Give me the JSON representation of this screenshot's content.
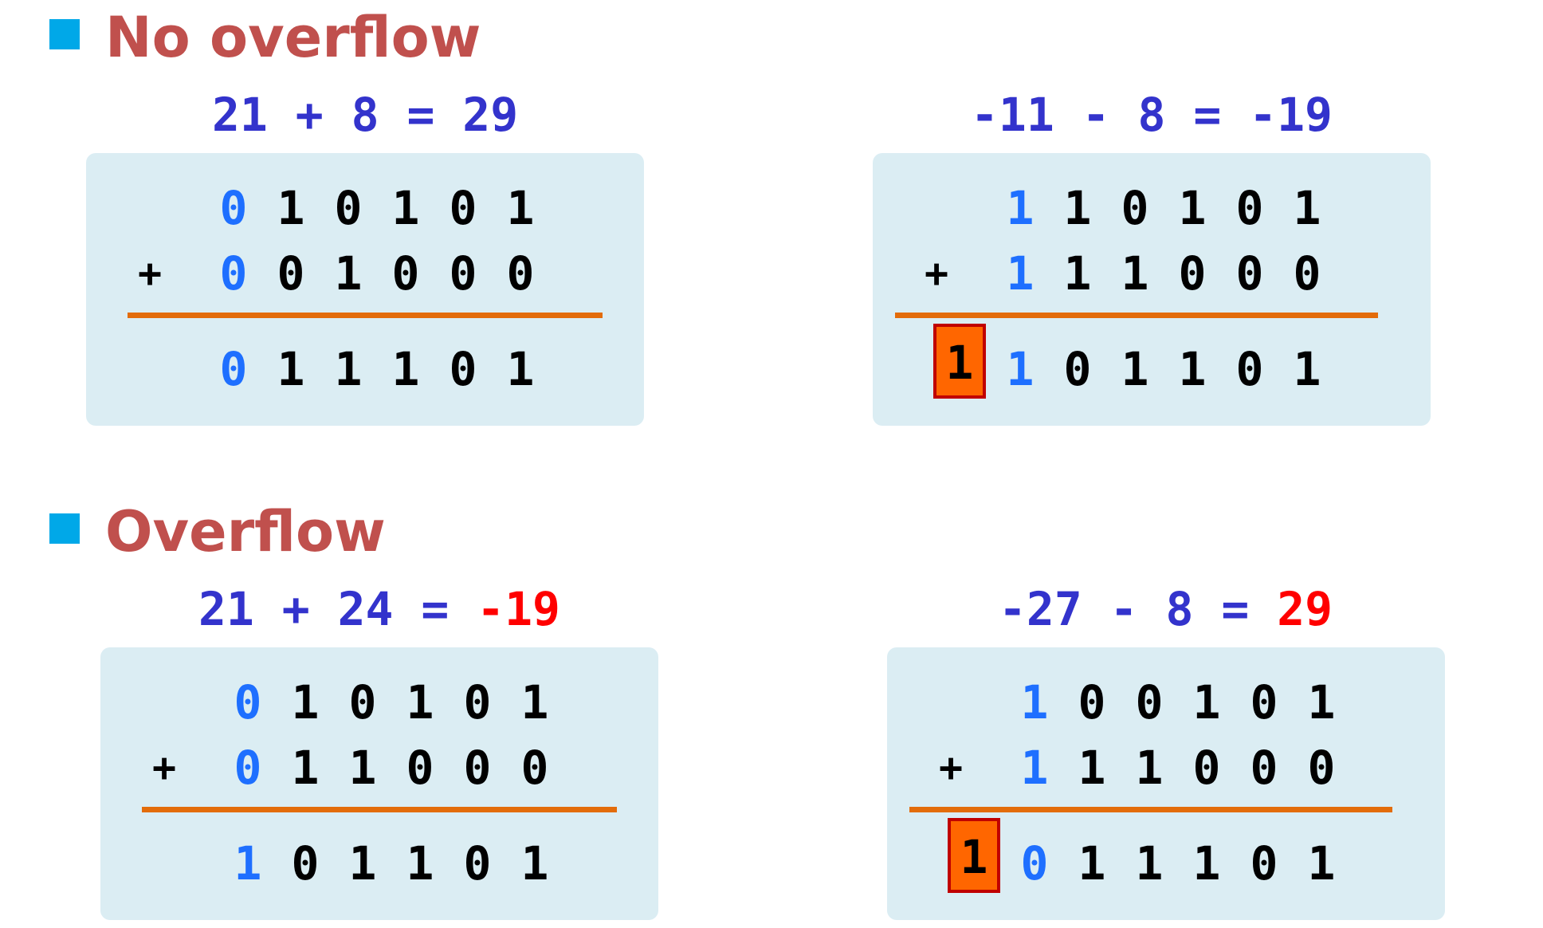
{
  "colors": {
    "bullet": "#00a8e8",
    "heading": "#c0504d",
    "equation": "#3333cc",
    "equation_wrong": "#ff0000",
    "panel_bg": "#dbedf3",
    "digit": "#000000",
    "sign_bit": "#1e6fff",
    "sum_line": "#e36c0a",
    "carry_bg": "#ff6600",
    "carry_border": "#c00000"
  },
  "sections": [
    {
      "title": "No overflow",
      "examples": [
        {
          "equation": [
            {
              "text": "21",
              "kind": "num"
            },
            {
              "text": " + ",
              "kind": "op"
            },
            {
              "text": "8",
              "kind": "num"
            },
            {
              "text": " = ",
              "kind": "op"
            },
            {
              "text": "29",
              "kind": "num"
            }
          ],
          "operator": "+",
          "operand_a": [
            "0",
            "1",
            "0",
            "1",
            "0",
            "1"
          ],
          "operand_b": [
            "0",
            "0",
            "1",
            "0",
            "0",
            "0"
          ],
          "result": [
            "0",
            "1",
            "1",
            "1",
            "0",
            "1"
          ],
          "carry": ""
        },
        {
          "equation": [
            {
              "text": "-11",
              "kind": "num"
            },
            {
              "text": " - ",
              "kind": "op"
            },
            {
              "text": "8",
              "kind": "num"
            },
            {
              "text": " = ",
              "kind": "op"
            },
            {
              "text": "-19",
              "kind": "num"
            }
          ],
          "operator": "+",
          "operand_a": [
            "1",
            "1",
            "0",
            "1",
            "0",
            "1"
          ],
          "operand_b": [
            "1",
            "1",
            "1",
            "0",
            "0",
            "0"
          ],
          "result": [
            "1",
            "0",
            "1",
            "1",
            "0",
            "1"
          ],
          "carry": "1"
        }
      ]
    },
    {
      "title": "Overflow",
      "examples": [
        {
          "equation": [
            {
              "text": "21",
              "kind": "num"
            },
            {
              "text": " + ",
              "kind": "op"
            },
            {
              "text": "24",
              "kind": "num"
            },
            {
              "text": " = ",
              "kind": "op"
            },
            {
              "text": "-19",
              "kind": "wrong"
            }
          ],
          "operator": "+",
          "operand_a": [
            "0",
            "1",
            "0",
            "1",
            "0",
            "1"
          ],
          "operand_b": [
            "0",
            "1",
            "1",
            "0",
            "0",
            "0"
          ],
          "result": [
            "1",
            "0",
            "1",
            "1",
            "0",
            "1"
          ],
          "carry": ""
        },
        {
          "equation": [
            {
              "text": "-27",
              "kind": "num"
            },
            {
              "text": " - ",
              "kind": "op"
            },
            {
              "text": "8",
              "kind": "num"
            },
            {
              "text": " = ",
              "kind": "op"
            },
            {
              "text": "29",
              "kind": "wrong"
            }
          ],
          "operator": "+",
          "operand_a": [
            "1",
            "0",
            "0",
            "1",
            "0",
            "1"
          ],
          "operand_b": [
            "1",
            "1",
            "1",
            "0",
            "0",
            "0"
          ],
          "result": [
            "0",
            "1",
            "1",
            "1",
            "0",
            "1"
          ],
          "carry": "1"
        }
      ]
    }
  ]
}
